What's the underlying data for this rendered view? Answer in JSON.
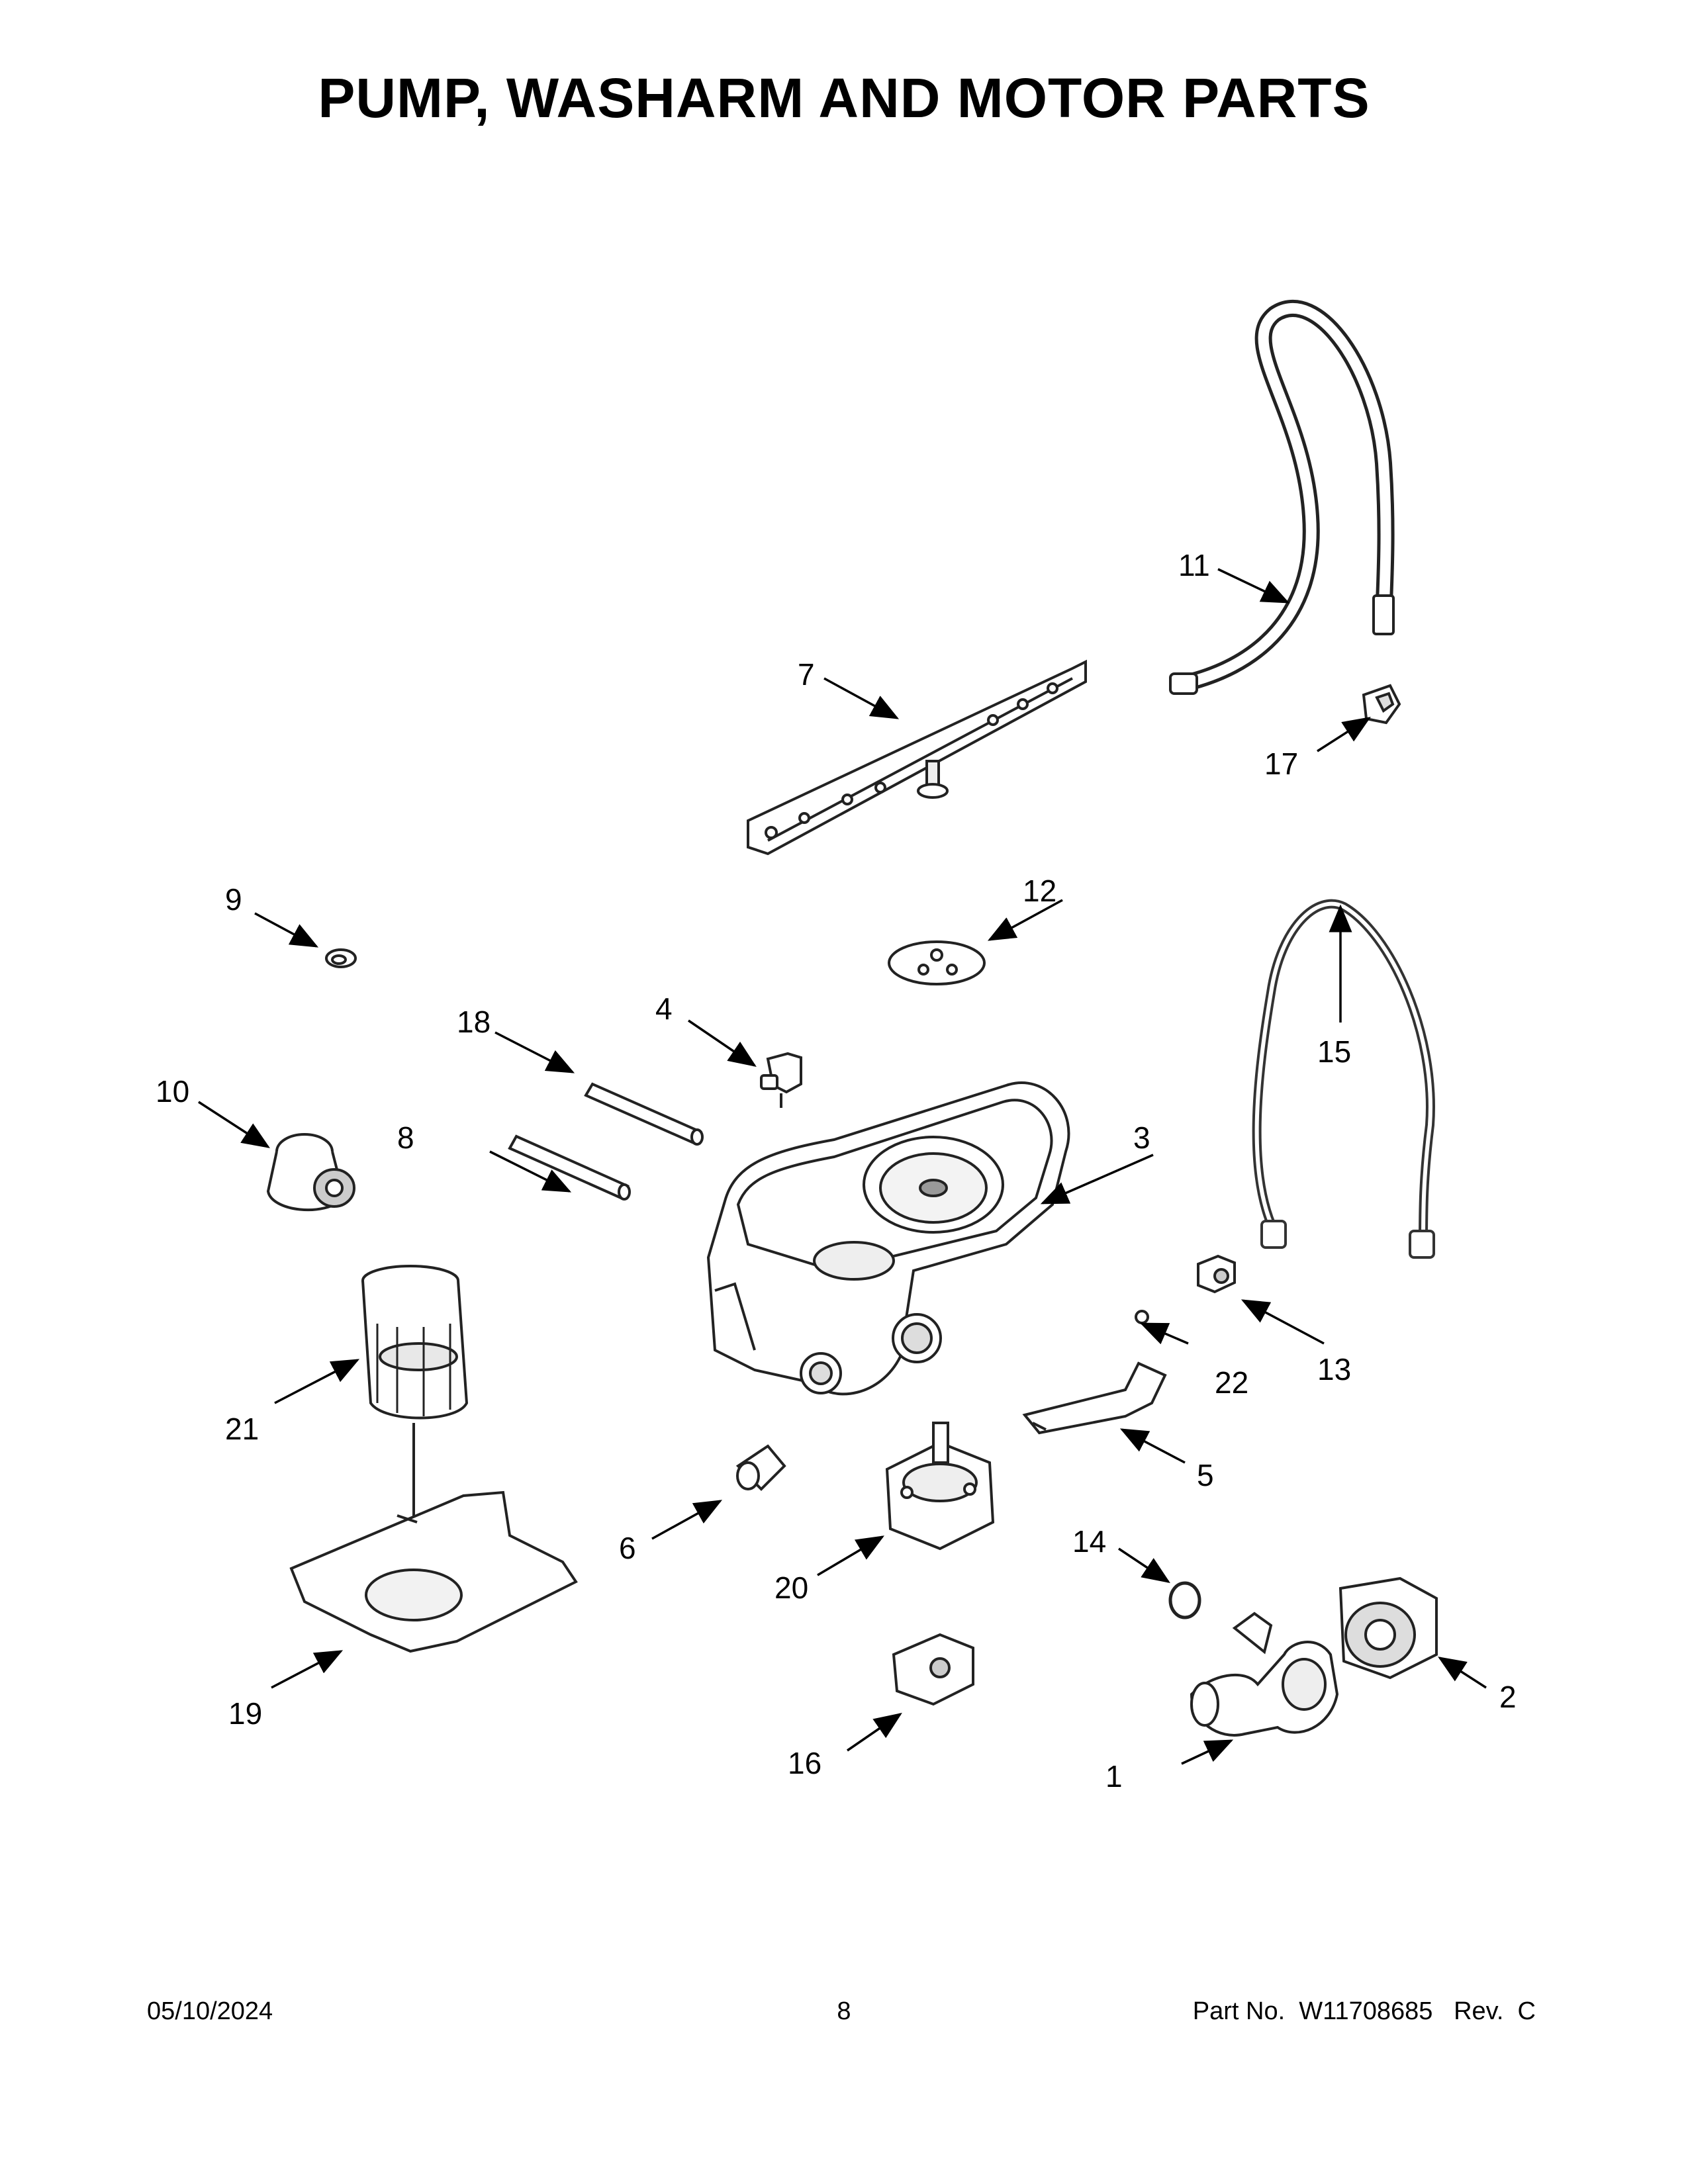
{
  "page": {
    "title": "PUMP, WASHARM AND MOTOR PARTS",
    "footer": {
      "date": "05/10/2024",
      "page_number": "8",
      "part_label": "Part No.",
      "part_number": "W11708685",
      "rev_label": "Rev.",
      "rev": "C"
    }
  },
  "callouts": [
    "1",
    "2",
    "3",
    "4",
    "5",
    "6",
    "7",
    "8",
    "9",
    "10",
    "11",
    "12",
    "13",
    "14",
    "15",
    "16",
    "17",
    "18",
    "19",
    "20",
    "21",
    "22"
  ]
}
